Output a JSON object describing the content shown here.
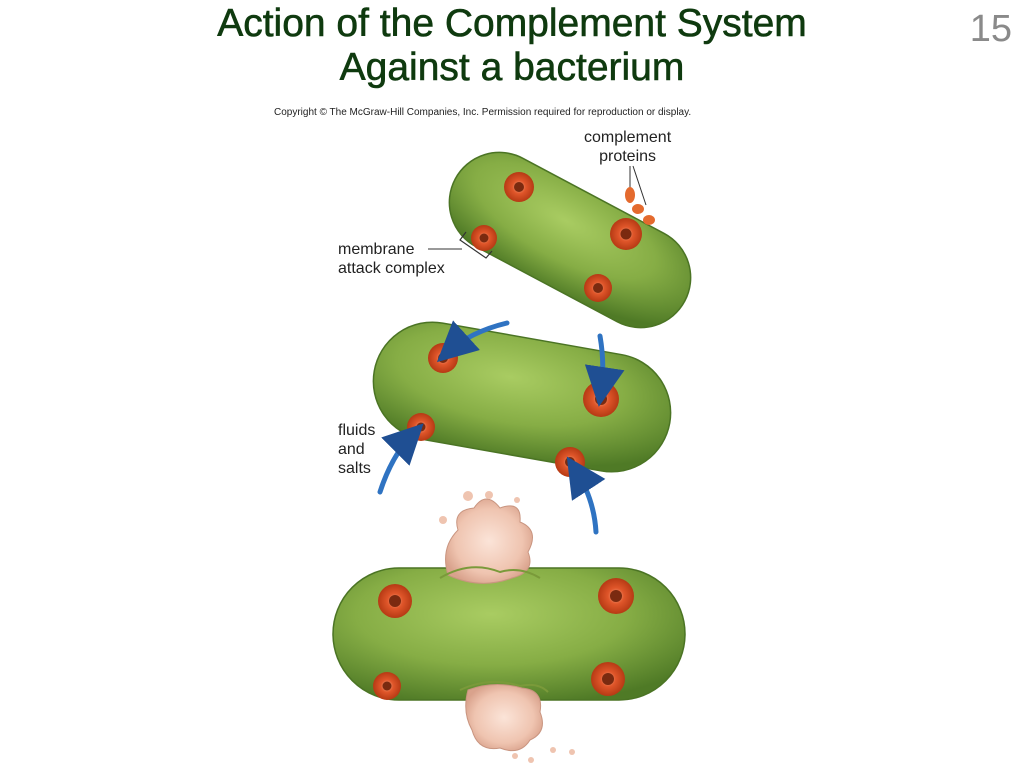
{
  "slide": {
    "title_line1": "Action of the Complement System",
    "title_line2": "Against a bacterium",
    "number": "15",
    "copyright": "Copyright © The McGraw-Hill Companies, Inc. Permission required for reproduction or display."
  },
  "labels": {
    "complement_line1": "complement",
    "complement_line2": "proteins",
    "mac_line1": "membrane",
    "mac_line2": "attack complex",
    "fluids_line1": "fluids",
    "fluids_line2": "and",
    "fluids_line3": "salts"
  },
  "colors": {
    "title": "#0f3a0f",
    "bacterium": "#8bb24a",
    "pore": "#e0562a",
    "arrow": "#1f5ea8",
    "cytoplasm": "#f0c9b8"
  }
}
